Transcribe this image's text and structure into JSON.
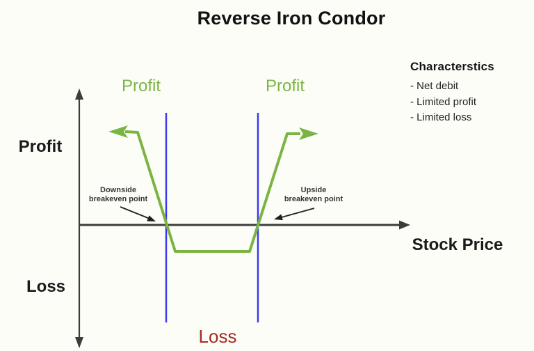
{
  "title": "Reverse Iron Condor",
  "axes": {
    "y_positive_label": "Profit",
    "y_negative_label": "Loss",
    "x_label": "Stock Price"
  },
  "payoff_labels": {
    "left_wing": "Profit",
    "right_wing": "Profit",
    "body": "Loss"
  },
  "breakeven": {
    "downside_line1": "Downside",
    "downside_line2": "breakeven point",
    "upside_line1": "Upside",
    "upside_line2": "breakeven point"
  },
  "characteristics": {
    "heading": "Characterstics",
    "items": [
      "- Net debit",
      "- Limited profit",
      "- Limited loss"
    ]
  },
  "colors": {
    "profit_green": "#7ab544",
    "loss_red": "#a62b22",
    "strike_line_blue": "#3a3af0",
    "axis_gray": "#3c3c3c",
    "annotation_black": "#1f1f1f",
    "background": "#fdfdf8"
  }
}
